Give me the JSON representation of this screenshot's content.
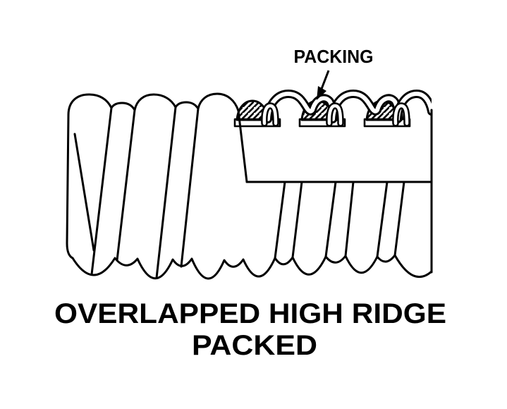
{
  "figure": {
    "packing_label": "PACKING",
    "caption_line1": "OVERLAPPED HIGH RIDGE",
    "caption_line2": "PACKED"
  },
  "colors": {
    "line": "#000000",
    "background": "#ffffff",
    "packing_fill": "hatched-black-diagonal"
  }
}
